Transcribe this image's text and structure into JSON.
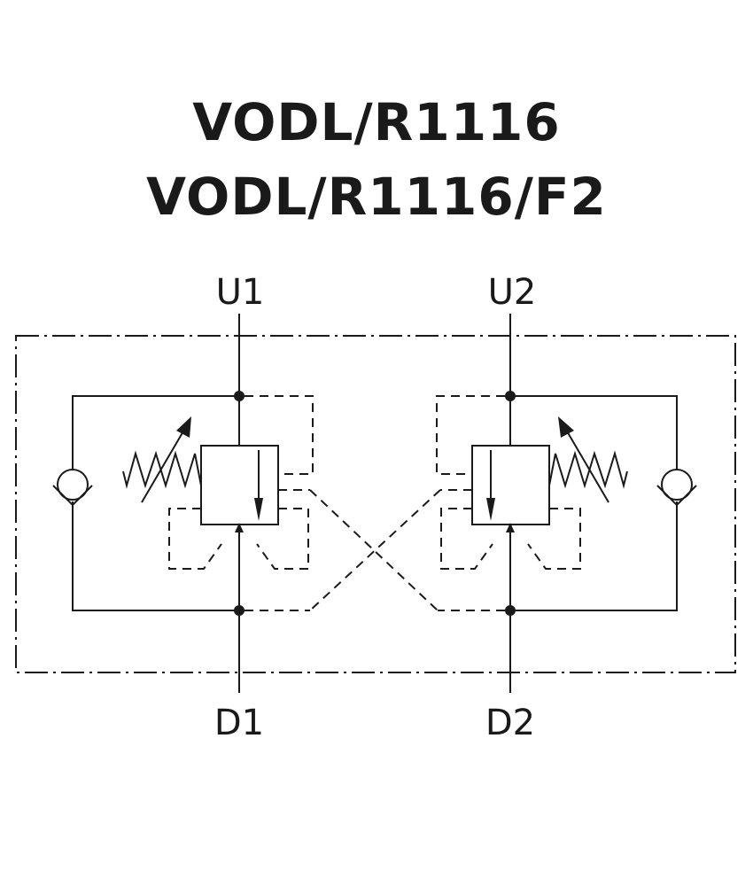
{
  "title": {
    "line1": "VODL/R1116",
    "line2": "VODL/R1116/F2"
  },
  "ports": {
    "u1": "U1",
    "u2": "U2",
    "d1": "D1",
    "d2": "D2"
  }
}
